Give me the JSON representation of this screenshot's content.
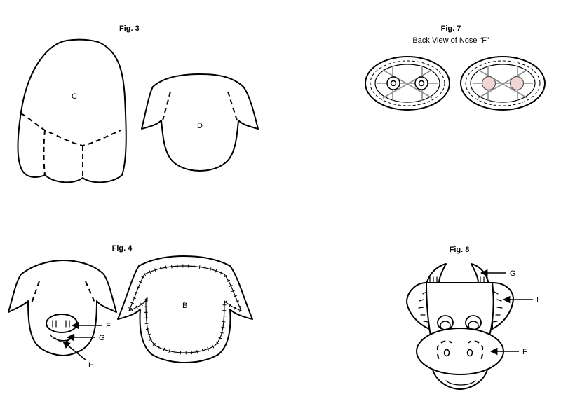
{
  "figures": {
    "fig3": {
      "title": "Fig. 3",
      "label_c": "C",
      "label_d": "D"
    },
    "fig7": {
      "title": "Fig. 7",
      "subtitle": "Back View of Nose “F”"
    },
    "fig4": {
      "title": "Fig. 4",
      "label_f": "F",
      "label_g": "G",
      "label_h": "H",
      "label_b": "B"
    },
    "fig8": {
      "title": "Fig. 8",
      "label_g": "G",
      "label_i": "I",
      "label_f": "F"
    }
  },
  "colors": {
    "line": "#000000",
    "nostril_fill": "#f2d6d6",
    "grey_line": "#8c8c8c"
  }
}
